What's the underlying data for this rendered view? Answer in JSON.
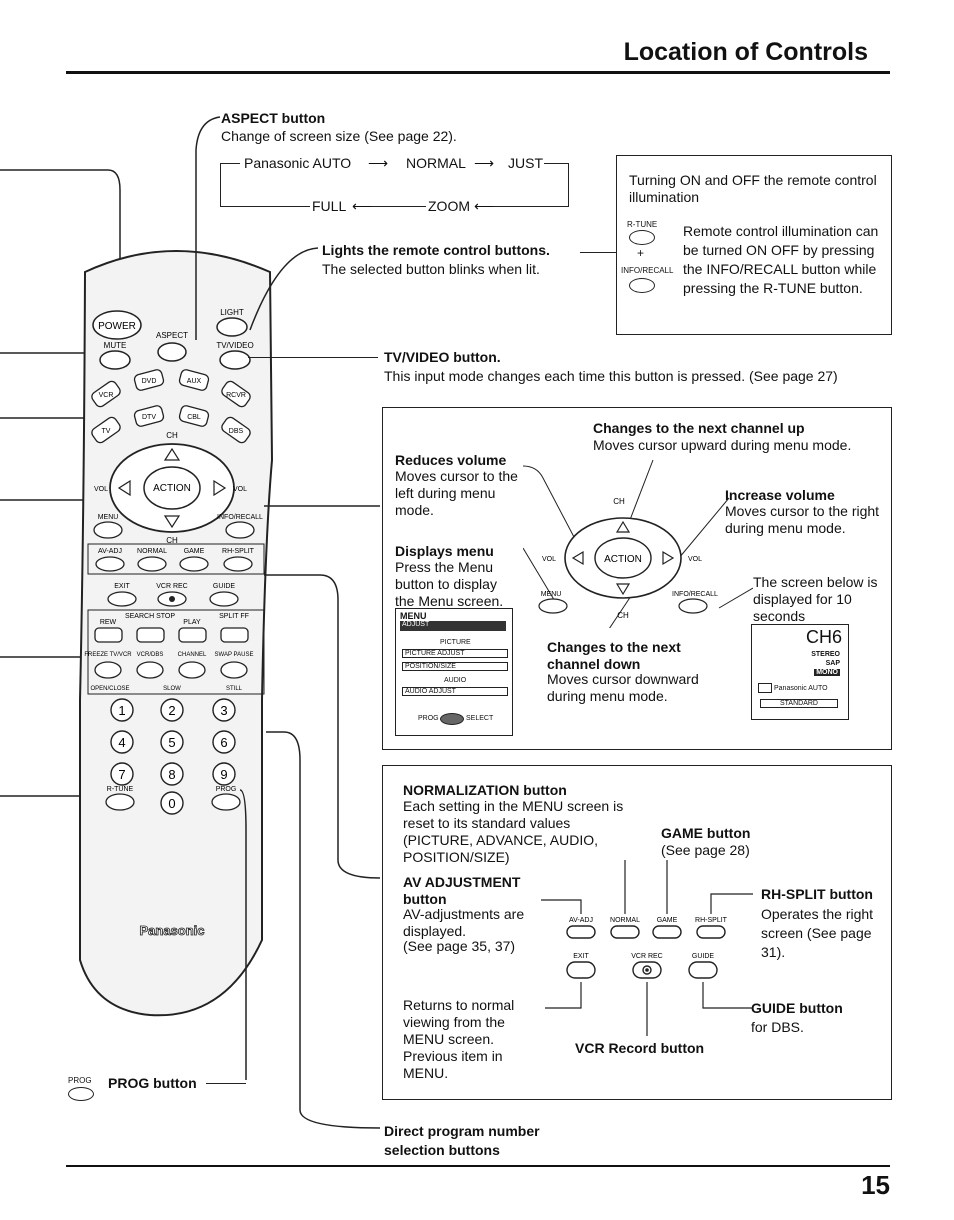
{
  "header": {
    "title": "Location of Controls"
  },
  "aspect": {
    "title": "ASPECT button",
    "desc": "Change of screen size (See page 22).",
    "cycle": [
      "Panasonic AUTO",
      "NORMAL",
      "JUST",
      "ZOOM",
      "FULL"
    ]
  },
  "lights": {
    "title": "Lights the remote control buttons.",
    "desc": "The selected button blinks when lit."
  },
  "illum_box": {
    "title": "Turning ON and OFF the remote control illumination",
    "rtune": "R-TUNE",
    "plus": "+",
    "info": "INFO/RECALL",
    "text": "Remote control illumination can be turned ON OFF by pressing the INFO/RECALL button while pressing the R-TUNE button."
  },
  "tvvideo": {
    "title": "TV/VIDEO button.",
    "desc": "This input mode changes each time this button is pressed. (See page 27)"
  },
  "nav_box": {
    "ch_up_title": "Changes to the next channel up",
    "ch_up_desc": "Moves cursor upward during menu mode.",
    "vol_down_title": "Reduces volume",
    "vol_down_desc": "Moves cursor to the left during menu mode.",
    "vol_up_title": "Increase volume",
    "vol_up_desc": "Moves cursor to the right during menu mode.",
    "menu_title": "Displays menu",
    "menu_desc": "Press the Menu button to display the Menu screen.",
    "ch_down_title": "Changes to the next channel down",
    "ch_down_desc": "Moves cursor downward during menu mode.",
    "screen_desc": "The screen below is displayed for 10 seconds",
    "labels": {
      "ch": "CH",
      "vol": "VOL",
      "action": "ACTION",
      "menu": "MENU",
      "inforecall": "INFO/RECALL"
    },
    "menu_screen": {
      "title": "MENU",
      "tab_adjust": "ADJUST",
      "picture": "PICTURE",
      "picture_adjust": "PICTURE ADJUST",
      "position_size": "POSITION/SIZE",
      "audio": "AUDIO",
      "audio_adjust": "AUDIO ADJUST",
      "prog": "PROG",
      "select": "SELECT"
    },
    "osd": {
      "channel": "CH6",
      "stereo": "STEREO",
      "sap": "SAP",
      "mono": "MONO",
      "aspect": "Panasonic AUTO",
      "standard": "STANDARD"
    }
  },
  "av_box": {
    "norm_title": "NORMALIZATION button",
    "norm_desc": "Each setting in the MENU screen is reset to its standard values (PICTURE, ADVANCE, AUDIO, POSITION/SIZE)",
    "game_title": "GAME button",
    "game_desc": "(See page 28)",
    "avadj_title": "AV ADJUSTMENT button",
    "avadj_desc": "AV-adjustments are displayed.",
    "avadj_pages": "(See page 35, 37)",
    "rhsplit_title": "RH-SPLIT button",
    "rhsplit_desc": "Operates the right screen (See page 31).",
    "exit_desc": "Returns to normal viewing from the MENU screen. Previous item in MENU.",
    "vcrrec_title": "VCR Record button",
    "guide_title": "GUIDE button",
    "guide_desc": "for DBS.",
    "btn_labels": [
      "AV-ADJ",
      "NORMAL",
      "GAME",
      "RH-SPLIT",
      "EXIT",
      "VCR REC",
      "GUIDE"
    ]
  },
  "prog": {
    "title": "PROG button",
    "icon_label": "PROG"
  },
  "direct": {
    "title": "Direct program number selection buttons"
  },
  "remote": {
    "power": "POWER",
    "aspect": "ASPECT",
    "light": "LIGHT",
    "mute": "MUTE",
    "tvvideo": "TV/VIDEO",
    "modes": [
      "VCR",
      "DVD",
      "AUX",
      "RCVR",
      "TV",
      "DTV",
      "CBL",
      "DBS"
    ],
    "ch": "CH",
    "vol": "VOL",
    "action": "ACTION",
    "menu": "MENU",
    "inforecall": "INFO/RECALL",
    "row1": [
      "AV-ADJ",
      "NORMAL",
      "GAME",
      "RH-SPLIT"
    ],
    "row2": [
      "EXIT",
      "VCR REC",
      "GUIDE"
    ],
    "vcr_top": [
      "REW",
      "SEARCH STOP",
      "PLAY",
      "SPLIT FF"
    ],
    "vcr_bottom": [
      "FREEZE TV/VCR",
      "VCR/DBS",
      "CHANNEL",
      "SWAP PAUSE"
    ],
    "vcr_bottom2": [
      "OPEN/CLOSE",
      "SLOW",
      "STILL"
    ],
    "digits": [
      "1",
      "2",
      "3",
      "4",
      "5",
      "6",
      "7",
      "8",
      "9",
      "0"
    ],
    "rtune": "R-TUNE",
    "prog": "PROG",
    "brand": "Panasonic"
  },
  "footer": {
    "page_number": "15"
  }
}
